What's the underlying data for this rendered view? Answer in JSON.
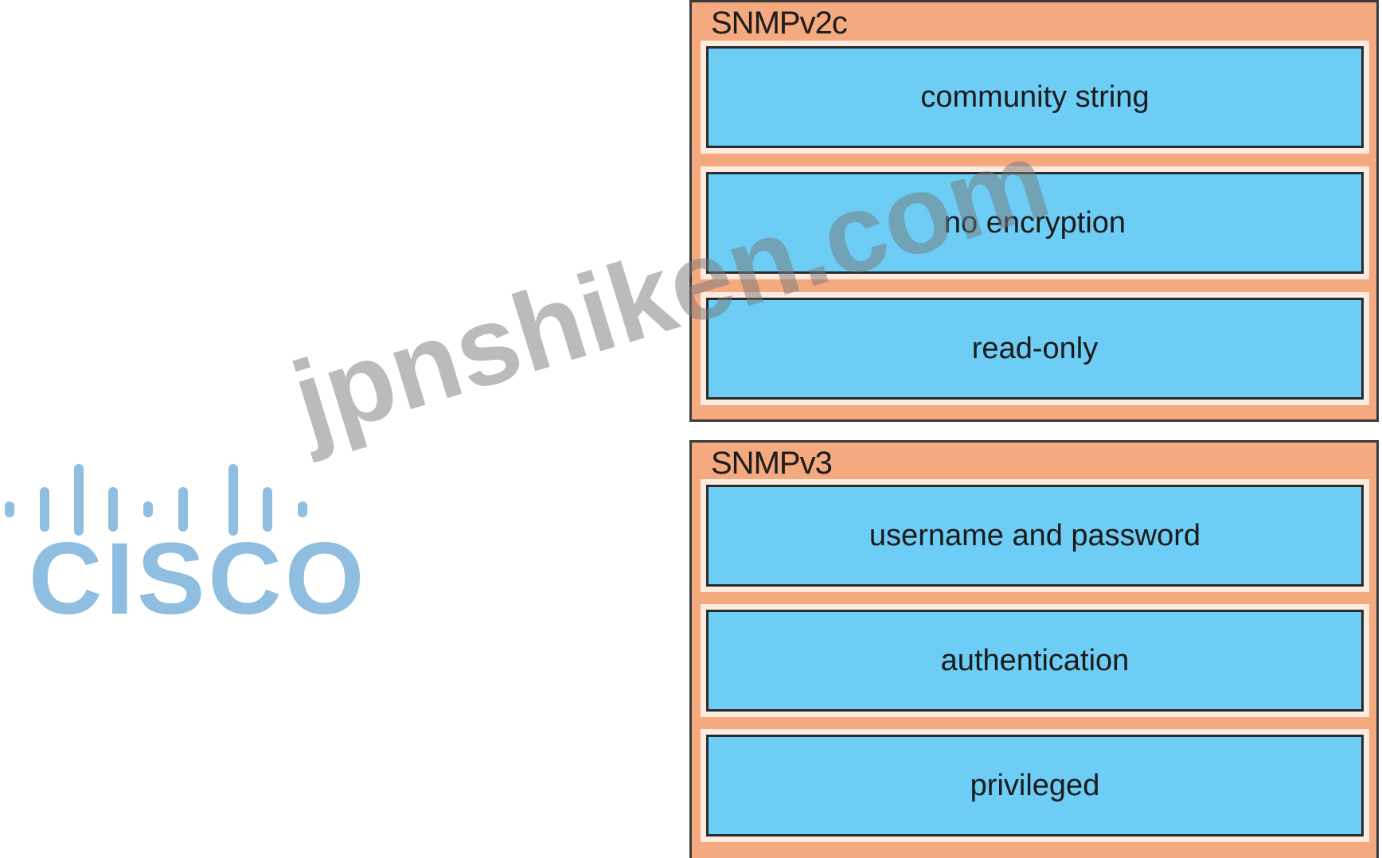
{
  "logo": {
    "text": "CISCO"
  },
  "watermark": {
    "text": "jpnshiken.com"
  },
  "groups": [
    {
      "title": "SNMPv2c",
      "items": [
        "community string",
        "no encryption",
        "read-only"
      ]
    },
    {
      "title": "SNMPv3",
      "items": [
        "username and password",
        "authentication",
        "privileged"
      ]
    }
  ],
  "colors": {
    "group_fill": "#f4a97f",
    "card_fill": "#6dcdf5",
    "logo": "#8fbee0"
  }
}
